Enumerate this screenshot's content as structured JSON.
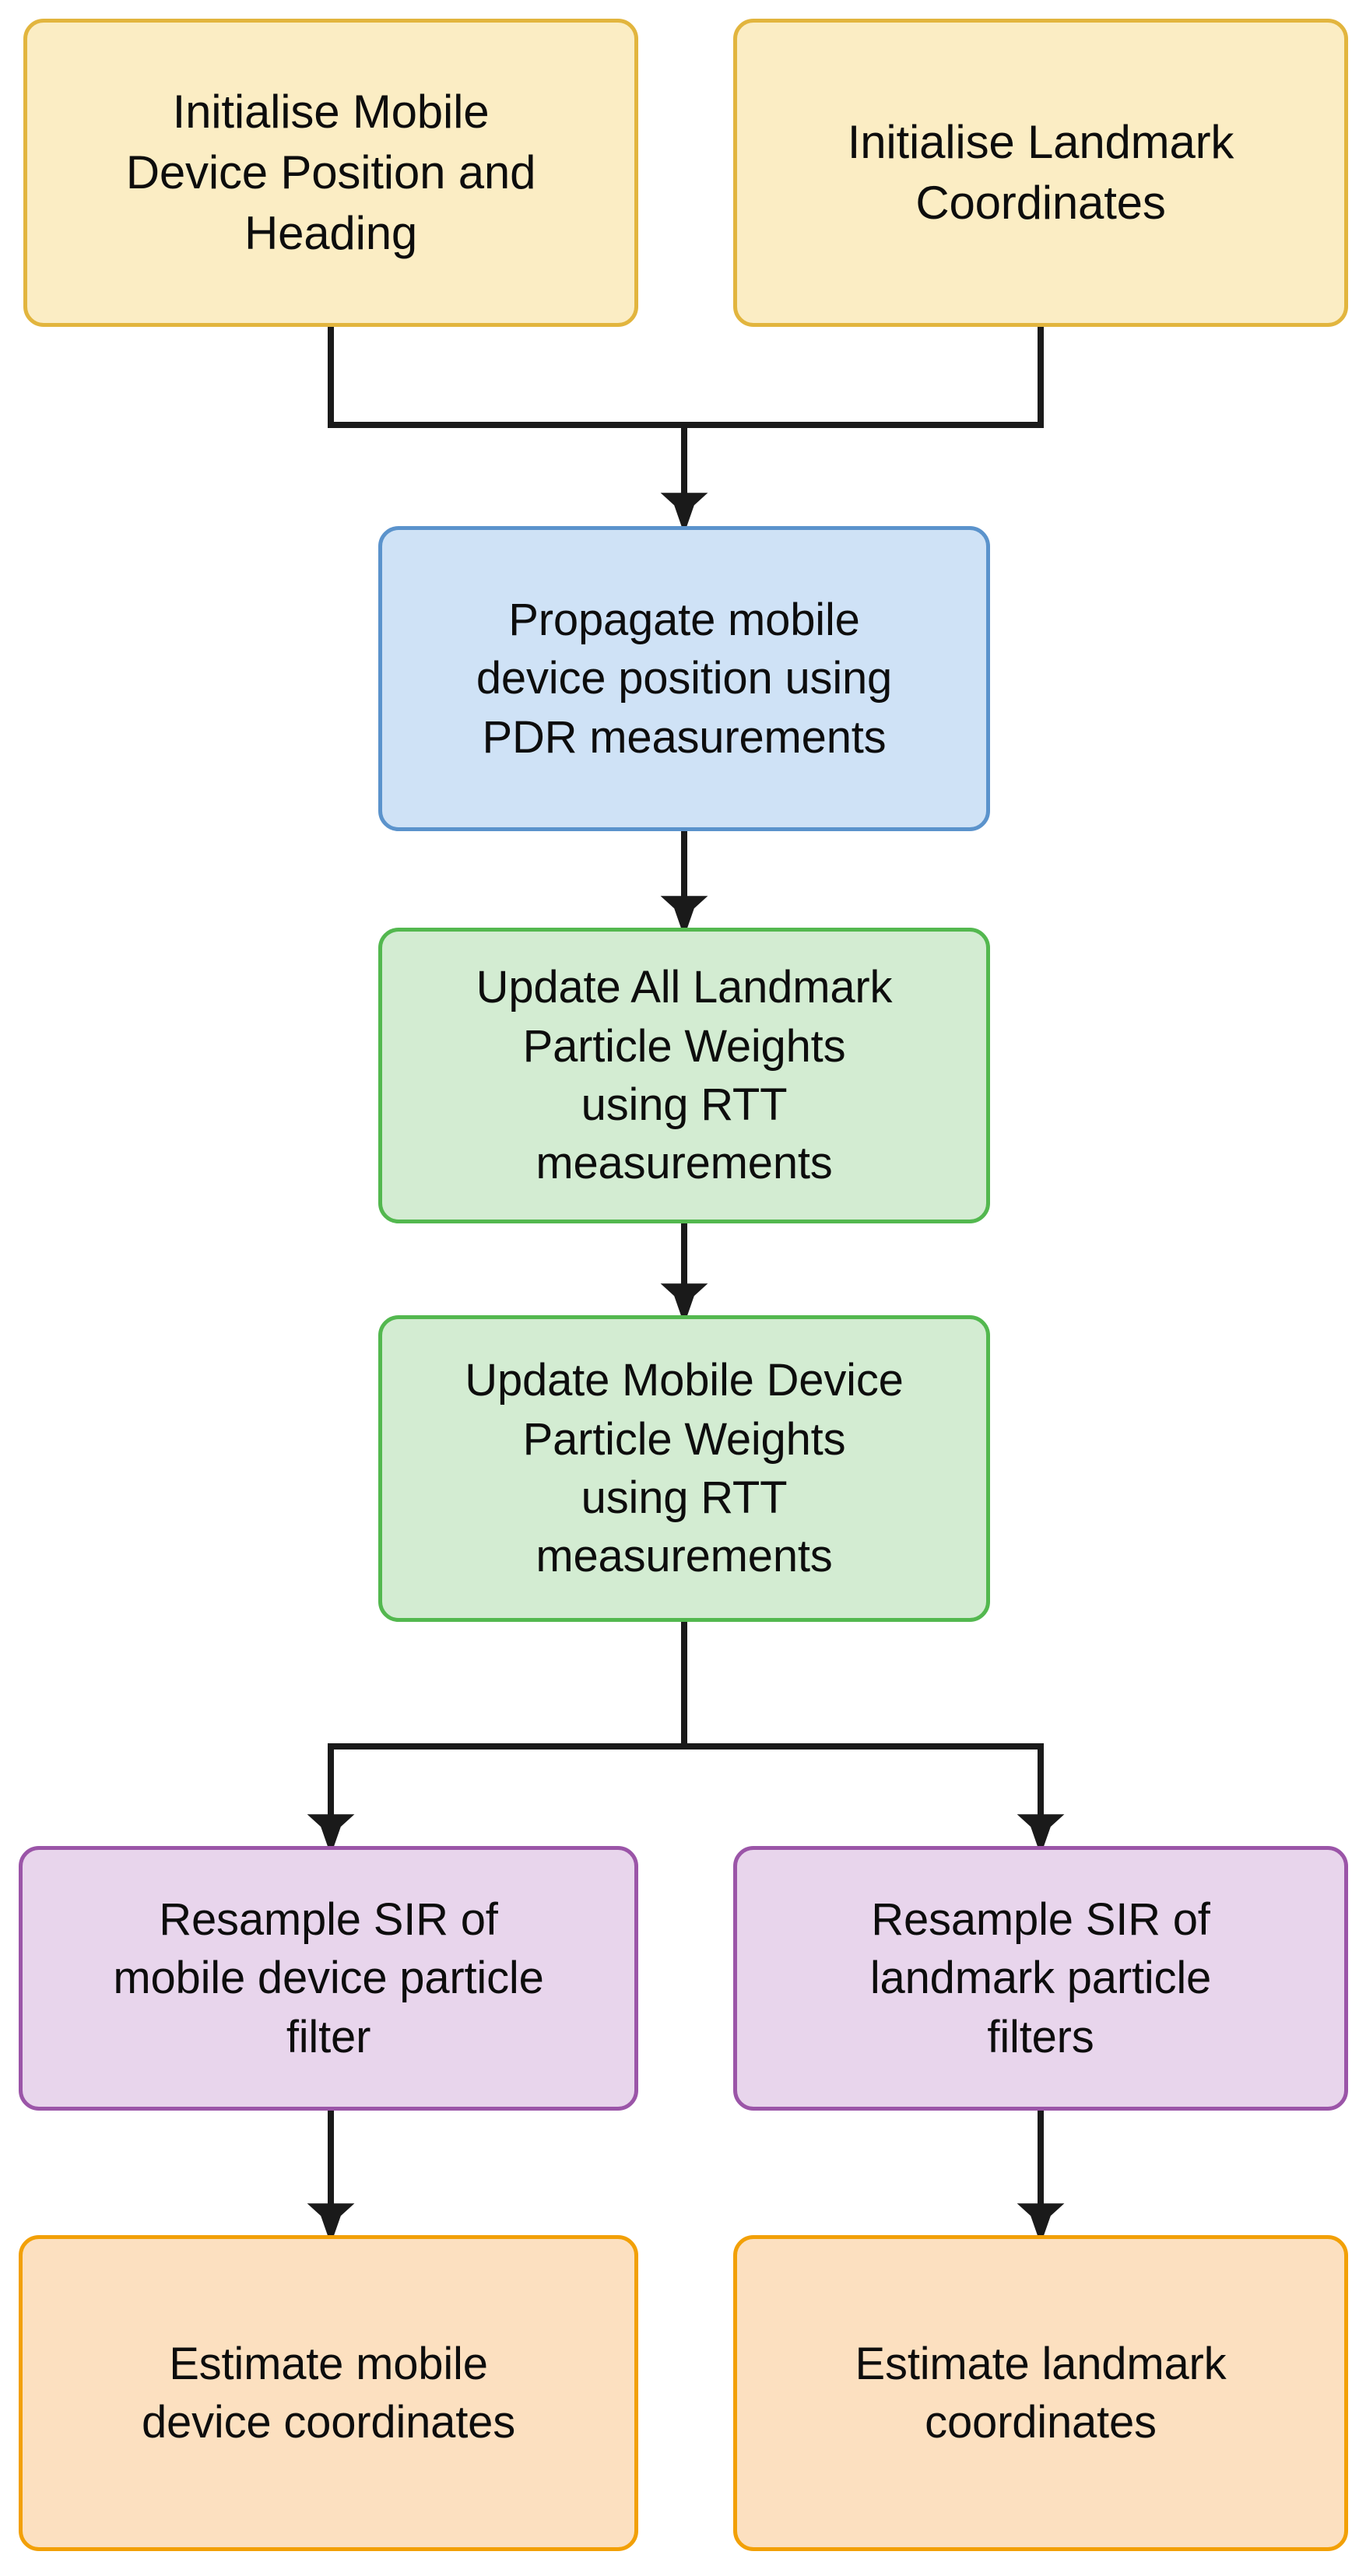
{
  "diagram": {
    "title": "Particle filter SLAM process flowchart",
    "type": "flowchart",
    "background_color": "#ffffff",
    "connector_color": "#1a1a1a",
    "text_color": "#0d0d0d"
  },
  "palette": {
    "initialise_fill": "#fbedc4",
    "initialise_border": "#e2b53e",
    "propagate_fill": "#cfe2f6",
    "propagate_border": "#5b93cc",
    "update_fill": "#d3ecd2",
    "update_border": "#53b84f",
    "resample_fill": "#e8d5ec",
    "resample_border": "#9b55a8",
    "estimate_fill": "#fce0c0",
    "estimate_border": "#f2a007"
  },
  "nodes": {
    "init_mobile": {
      "label": "Initialise Mobile\nDevice Position and\nHeading"
    },
    "init_landmark": {
      "label": "Initialise Landmark\nCoordinates"
    },
    "propagate": {
      "label": "Propagate mobile\ndevice position using\nPDR measurements"
    },
    "update_all_landmark": {
      "label": "Update All Landmark\nParticle Weights\nusing RTT\nmeasurements"
    },
    "update_mobile_device": {
      "label": "Update Mobile Device\nParticle Weights\nusing RTT\nmeasurements"
    },
    "resample_mobile": {
      "label": "Resample SIR of\nmobile device particle\nfilter"
    },
    "resample_landmark": {
      "label": "Resample SIR of\nlandmark particle\nfilters"
    },
    "estimate_mobile": {
      "label": "Estimate mobile\ndevice coordinates"
    },
    "estimate_landmark": {
      "label": "Estimate landmark\ncoordinates"
    }
  },
  "edges": [
    {
      "from": "init_mobile",
      "to": "propagate",
      "style": "elbow-merge"
    },
    {
      "from": "init_landmark",
      "to": "propagate",
      "style": "elbow-merge"
    },
    {
      "from": "propagate",
      "to": "update_all_landmark",
      "style": "straight"
    },
    {
      "from": "update_all_landmark",
      "to": "update_mobile_device",
      "style": "straight"
    },
    {
      "from": "update_mobile_device",
      "to": "resample_mobile",
      "style": "elbow-split"
    },
    {
      "from": "update_mobile_device",
      "to": "resample_landmark",
      "style": "elbow-split"
    },
    {
      "from": "resample_mobile",
      "to": "estimate_mobile",
      "style": "straight"
    },
    {
      "from": "resample_landmark",
      "to": "estimate_landmark",
      "style": "straight"
    }
  ]
}
